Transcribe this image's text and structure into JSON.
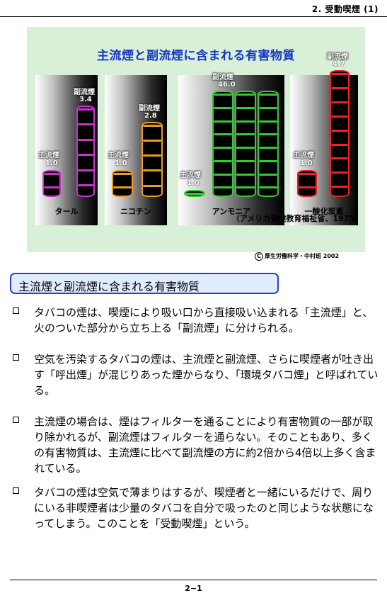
{
  "header": {
    "title": "2. 受動喫煙 (1)"
  },
  "figure": {
    "title": "主流煙と副流煙に含まれる有害物質",
    "source": "（アメリカ保健教育福祉省、1975）",
    "copyright": "厚生労働科学・中村班 2002",
    "copyright_mark": "C"
  },
  "chart_data": {
    "type": "bar",
    "title": "主流煙と副流煙に含まれる有害物質",
    "categories": [
      "タール",
      "ニコチン",
      "アンモニア",
      "一酸化炭素"
    ],
    "series": [
      {
        "name": "主流煙",
        "values": [
          1.0,
          1.0,
          1.0,
          1.0
        ]
      },
      {
        "name": "副流煙",
        "values": [
          3.4,
          2.8,
          46.0,
          4.7
        ]
      }
    ],
    "value_labels": {
      "mainstream": [
        "1.0",
        "1.0",
        "1.0",
        "1.0"
      ],
      "sidestream": [
        "3.4",
        "2.8",
        "46.0",
        "4.7"
      ]
    },
    "colors": {
      "タール": "#cc33cc",
      "ニコチン": "#ee9922",
      "アンモニア": "#33cc33",
      "一酸化炭素": "#ee2222"
    }
  },
  "section": {
    "title": "主流煙と副流煙に含まれる有害物質"
  },
  "bullets": [
    "タバコの煙は、喫煙により吸い口から直接吸い込まれる「主流煙」と、火のついた部分から立ち上る「副流煙」に分けられる。",
    "空気を汚染するタバコの煙は、主流煙と副流煙、さらに喫煙者が吐き出す「呼出煙」が混じりあった煙からなり、「環境タバコ煙」と呼ばれている。",
    "主流煙の場合は、煙はフィルターを通ることにより有害物質の一部が取り除かれるが、副流煙はフィルターを通らない。そのこともあり、多くの有害物質は、主流煙に比べて副流煙の方に約2倍から4倍以上多く含まれている。",
    "タバコの煙は空気で薄まりはするが、喫煙者と一緒にいるだけで、周りにいる非喫煙者は少量のタバコを自分で吸ったのと同じような状態になってしまう。このことを「受動喫煙」という。"
  ],
  "footer": {
    "page": "2−1"
  }
}
